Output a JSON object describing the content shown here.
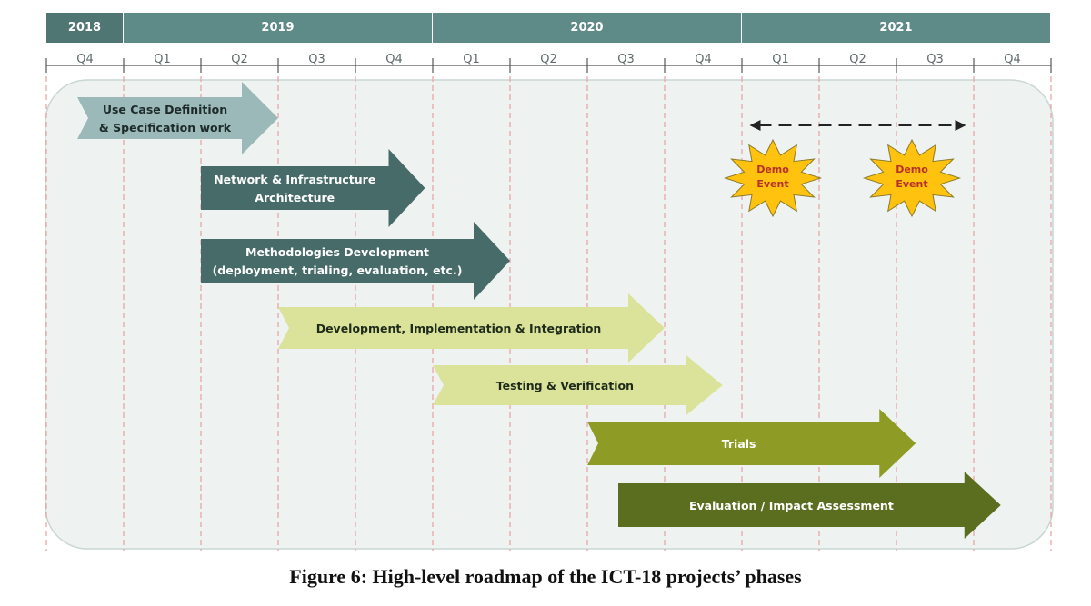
{
  "timeline": {
    "years": [
      {
        "label": "2018",
        "span": 1
      },
      {
        "label": "2019",
        "span": 4
      },
      {
        "label": "2020",
        "span": 4
      },
      {
        "label": "2021",
        "span": 4
      }
    ],
    "quarters": [
      "Q4",
      "Q1",
      "Q2",
      "Q3",
      "Q4",
      "Q1",
      "Q2",
      "Q3",
      "Q4",
      "Q1",
      "Q2",
      "Q3",
      "Q4"
    ]
  },
  "phases": [
    {
      "lines": [
        "Use Case Definition",
        "& Specification work"
      ],
      "start": 0.4,
      "end": 3.0,
      "fill": "#9ab9b8",
      "text_color": "#1e2a2a",
      "notch": true
    },
    {
      "lines": [
        "Network & Infrastructure",
        "Architecture"
      ],
      "start": 2.0,
      "end": 4.9,
      "fill": "#476b68",
      "text_color": "#ffffff",
      "notch": false
    },
    {
      "lines": [
        "Methodologies Development",
        "(deployment, trialing, evaluation, etc.)"
      ],
      "start": 2.0,
      "end": 6.0,
      "fill": "#476b68",
      "text_color": "#ffffff",
      "notch": false
    },
    {
      "lines": [
        "Development, Implementation & Integration"
      ],
      "start": 3.0,
      "end": 8.0,
      "fill": "#dbe39a",
      "text_color": "#1e2a1a",
      "notch": true
    },
    {
      "lines": [
        "Testing & Verification"
      ],
      "start": 5.0,
      "end": 8.75,
      "fill": "#dbe39a",
      "text_color": "#1e2a1a",
      "notch": true
    },
    {
      "lines": [
        "Trials"
      ],
      "start": 7.0,
      "end": 11.25,
      "fill": "#8e9c26",
      "text_color": "#ffffff",
      "notch": true
    },
    {
      "lines": [
        "Evaluation / Impact Assessment"
      ],
      "start": 7.4,
      "end": 12.35,
      "fill": "#5b6d1e",
      "text_color": "#ffffff",
      "notch": false
    }
  ],
  "demo_events": [
    {
      "lines": [
        "Demo",
        "Event"
      ],
      "center": 9.4
    },
    {
      "lines": [
        "Demo",
        "Event"
      ],
      "center": 11.2
    }
  ],
  "demo_span": {
    "start": 9.1,
    "end": 11.9
  },
  "caption": "Figure 6: High-level roadmap of the ICT-18 projects’ phases",
  "colors": {
    "year_band": "#5e8a87",
    "year_band_2018": "#4f7672",
    "dashed_gridline": "#e8a0a0",
    "container_fill": "#eef3f2",
    "demo_star": "#ffc20e",
    "demo_text": "#b8302a"
  }
}
